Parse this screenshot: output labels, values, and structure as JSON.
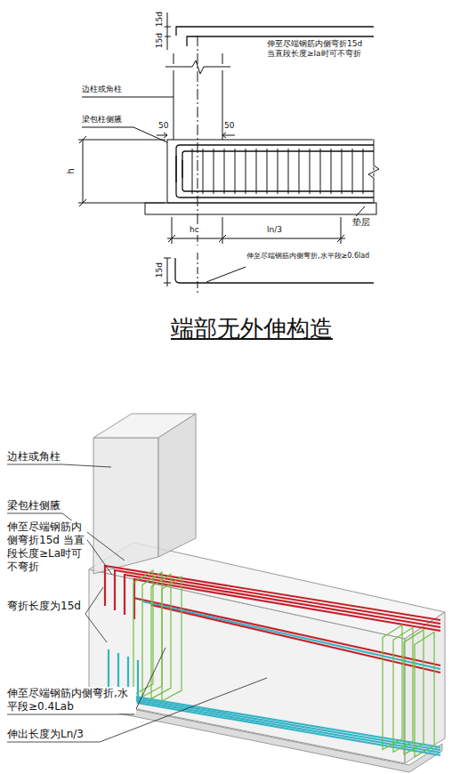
{
  "diagram": {
    "title": "端部无外伸构造",
    "labels": [
      "15d",
      "15d",
      "伸至尽端钢筋内侧弯折15d 当直段长度≥la时可不弯折",
      "边柱或角柱",
      "梁包柱侧腋",
      "50",
      "50",
      "h",
      "hc",
      "ln/3",
      "垫层",
      "15d",
      "伸至尽端钢筋内侧弯折,水平段≥0.6lad",
      "边柱或角柱",
      "梁包柱侧腋",
      "伸至尽端钢筋内侧弯折15d 当直段长度≥La时可不弯折",
      "弯折长度为15d",
      "伸至尽端钢筋内侧弯折,水平段≥0.4Lab",
      "伸出长度为Ln/3"
    ]
  }
}
